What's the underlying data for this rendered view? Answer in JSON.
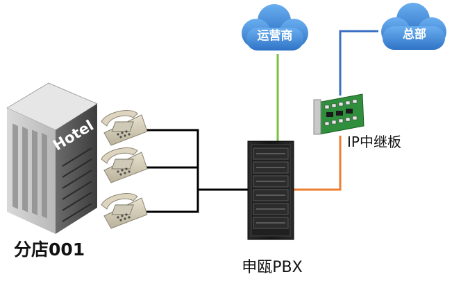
{
  "clouds": [
    {
      "id": "carrier",
      "label": "运营商"
    },
    {
      "id": "hq",
      "label": "总部"
    }
  ],
  "hotel": {
    "sign": "Hotel",
    "label": "分店001"
  },
  "pbx": {
    "label": "申瓯PBX"
  },
  "ip_board": {
    "label": "IP中继板"
  },
  "colors": {
    "cloud": "#3f86d6",
    "carrier_link": "#7cbf45",
    "hq_link": "#3b6fc4",
    "ip_link": "#ee7d31",
    "phone_wire": "#000000",
    "rack": "#1b1b1b",
    "board": "#2f8f3c"
  },
  "icons": [
    "cloud-icon",
    "hotel-building-icon",
    "telephone-icon",
    "server-rack-icon",
    "circuit-board-icon"
  ]
}
